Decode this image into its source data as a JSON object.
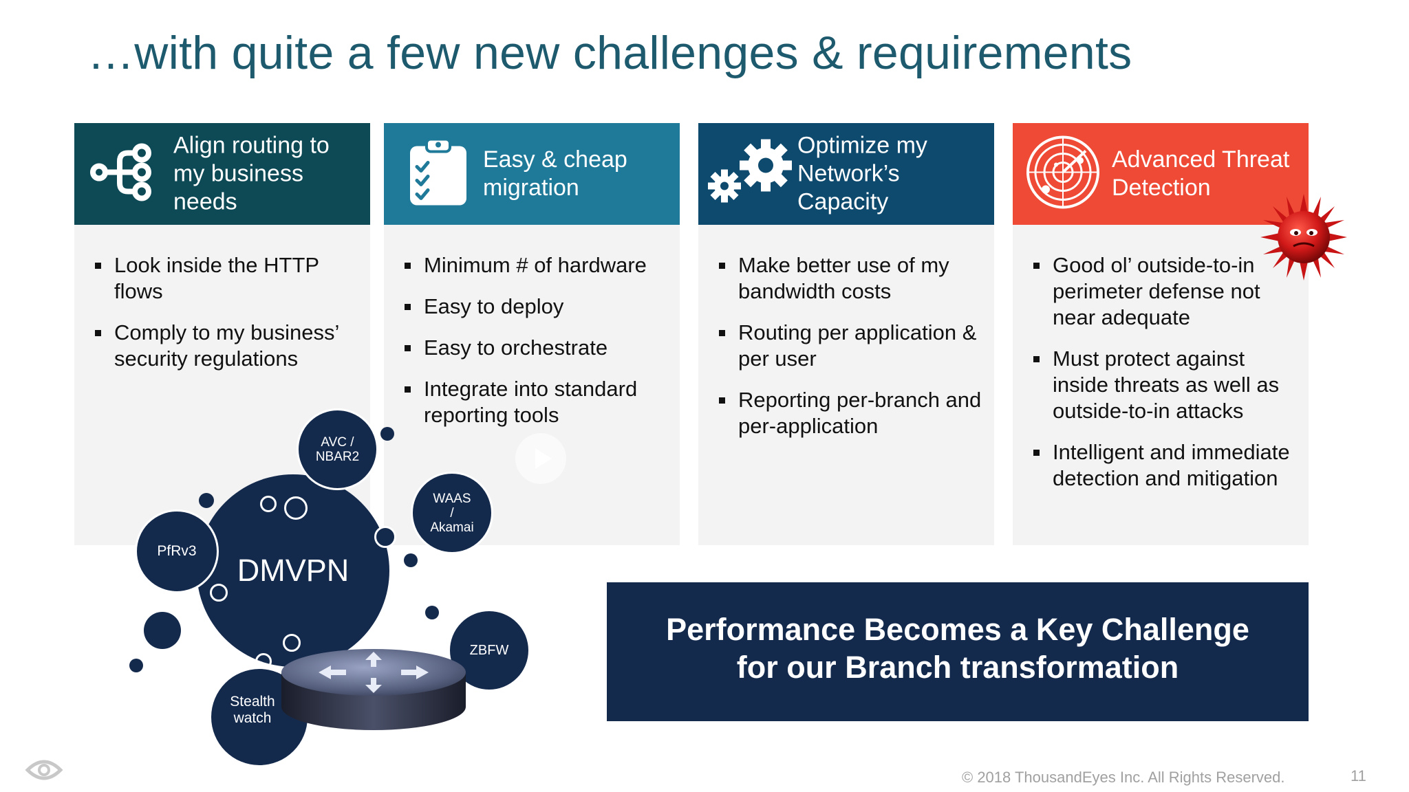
{
  "slide": {
    "title": "…with quite a few new challenges & requirements"
  },
  "columns": [
    {
      "header": [
        "Align routing to",
        "my business",
        "needs"
      ],
      "color": "#0e4a55",
      "icon": "branching-network-icon",
      "bullets": [
        [
          "Look inside the HTTP",
          "flows"
        ],
        [
          "Comply to my business’",
          "security regulations"
        ]
      ]
    },
    {
      "header": [
        "Easy & cheap",
        "migration"
      ],
      "color": "#1f7a99",
      "icon": "clipboard-checklist-icon",
      "bullets": [
        [
          "Minimum # of hardware"
        ],
        [
          "Easy to deploy"
        ],
        [
          "Easy to orchestrate"
        ],
        [
          "Integrate into standard",
          "reporting tools"
        ]
      ]
    },
    {
      "header": [
        "Optimize my",
        "Network’s",
        "Capacity"
      ],
      "color": "#0e4a6e",
      "icon": "gears-icon",
      "bullets": [
        [
          "Make better use of my",
          "bandwidth costs"
        ],
        [
          "Routing per application &",
          "per user"
        ],
        [
          "Reporting per-branch and",
          "per-application"
        ]
      ]
    },
    {
      "header": [
        "Advanced Threat",
        "Detection"
      ],
      "color": "#ee4a36",
      "icon": "radar-icon",
      "bullets": [
        [
          "Good ol’ outside-to-in",
          "perimeter defense not",
          "near adequate"
        ],
        [
          "Must protect against",
          "inside threats as well as",
          "outside-to-in attacks"
        ],
        [
          "Intelligent and immediate",
          "detection and mitigation"
        ]
      ]
    }
  ],
  "banner": {
    "line1": "Performance Becomes a Key Challenge",
    "line2": "for our Branch transformation"
  },
  "diagram": {
    "center": "DMVPN",
    "bubbles": {
      "avc": [
        "AVC /",
        "NBAR2"
      ],
      "waas": [
        "WAAS",
        "/",
        "Akamai"
      ],
      "pfr": "PfRv3",
      "zbfw": "ZBFW",
      "stealthwatch": [
        "Stealth",
        "watch"
      ]
    }
  },
  "footer": {
    "copyright": "© 2018 ThousandEyes Inc. All Rights Reserved.",
    "page_number": "11"
  }
}
